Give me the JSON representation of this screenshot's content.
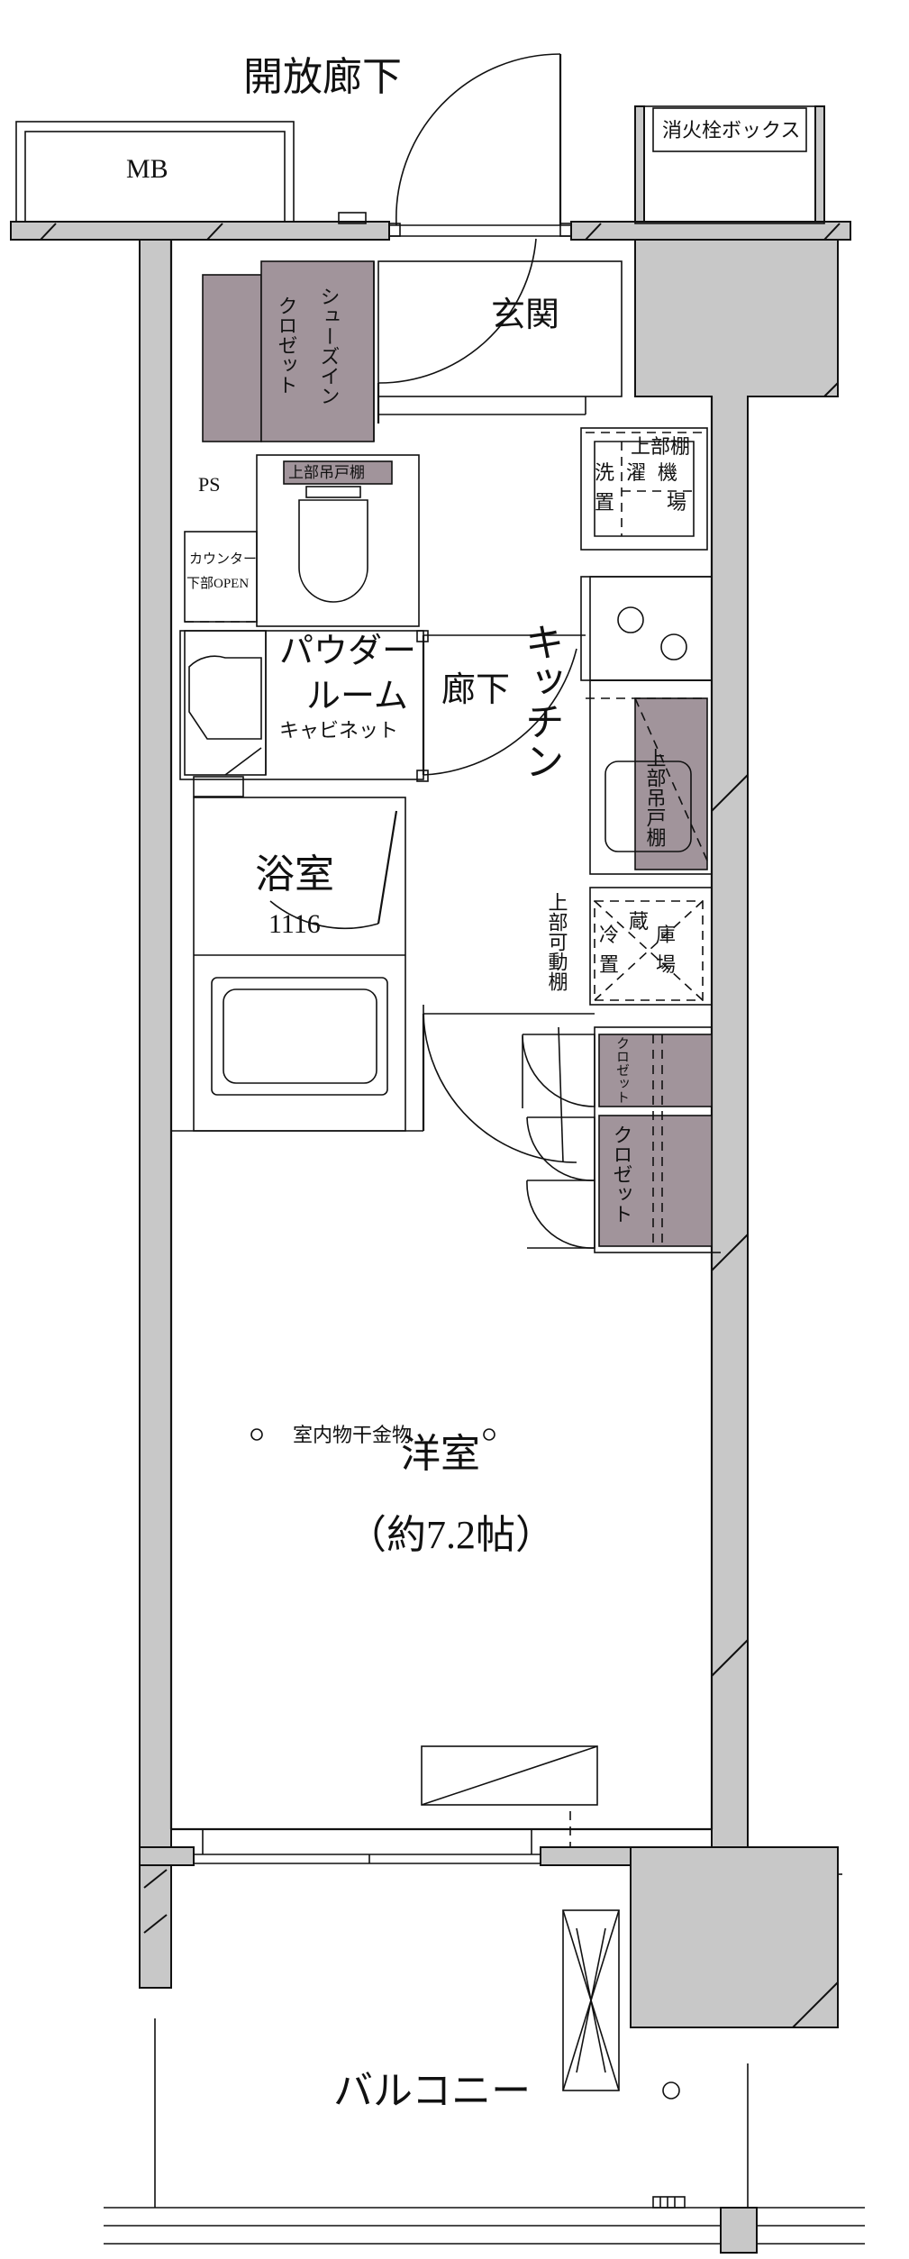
{
  "labels": {
    "open_corridor": "開放廊下",
    "mb": "MB",
    "hydrant_box": "消火栓ボックス",
    "entrance": "玄関",
    "shoes_closet": "シューズイン\nクロゼット",
    "ps": "PS",
    "upper_cabinet_toilet": "上部吊戸棚",
    "counter": "カウンター\n下部OPEN",
    "powder_room": "パウダー\nルーム",
    "cabinet": "キャビネット",
    "corridor": "廊下",
    "kitchen": "キッチン",
    "washer_place": "洗濯機置場",
    "upper_shelf": "上部棚",
    "upper_cabinet_kitchen": "上部吊戸棚",
    "bath": "浴室",
    "bath_size": "1116",
    "fridge_place": "冷蔵庫置場",
    "upper_movable_shelf": "上部可動棚",
    "closet_small": "クロゼット",
    "closet": "クロゼット",
    "western_room": "洋室",
    "western_room_size": "（約7.2帖）",
    "indoor_drying": "室内物干金物",
    "balcony": "バルコニー"
  }
}
